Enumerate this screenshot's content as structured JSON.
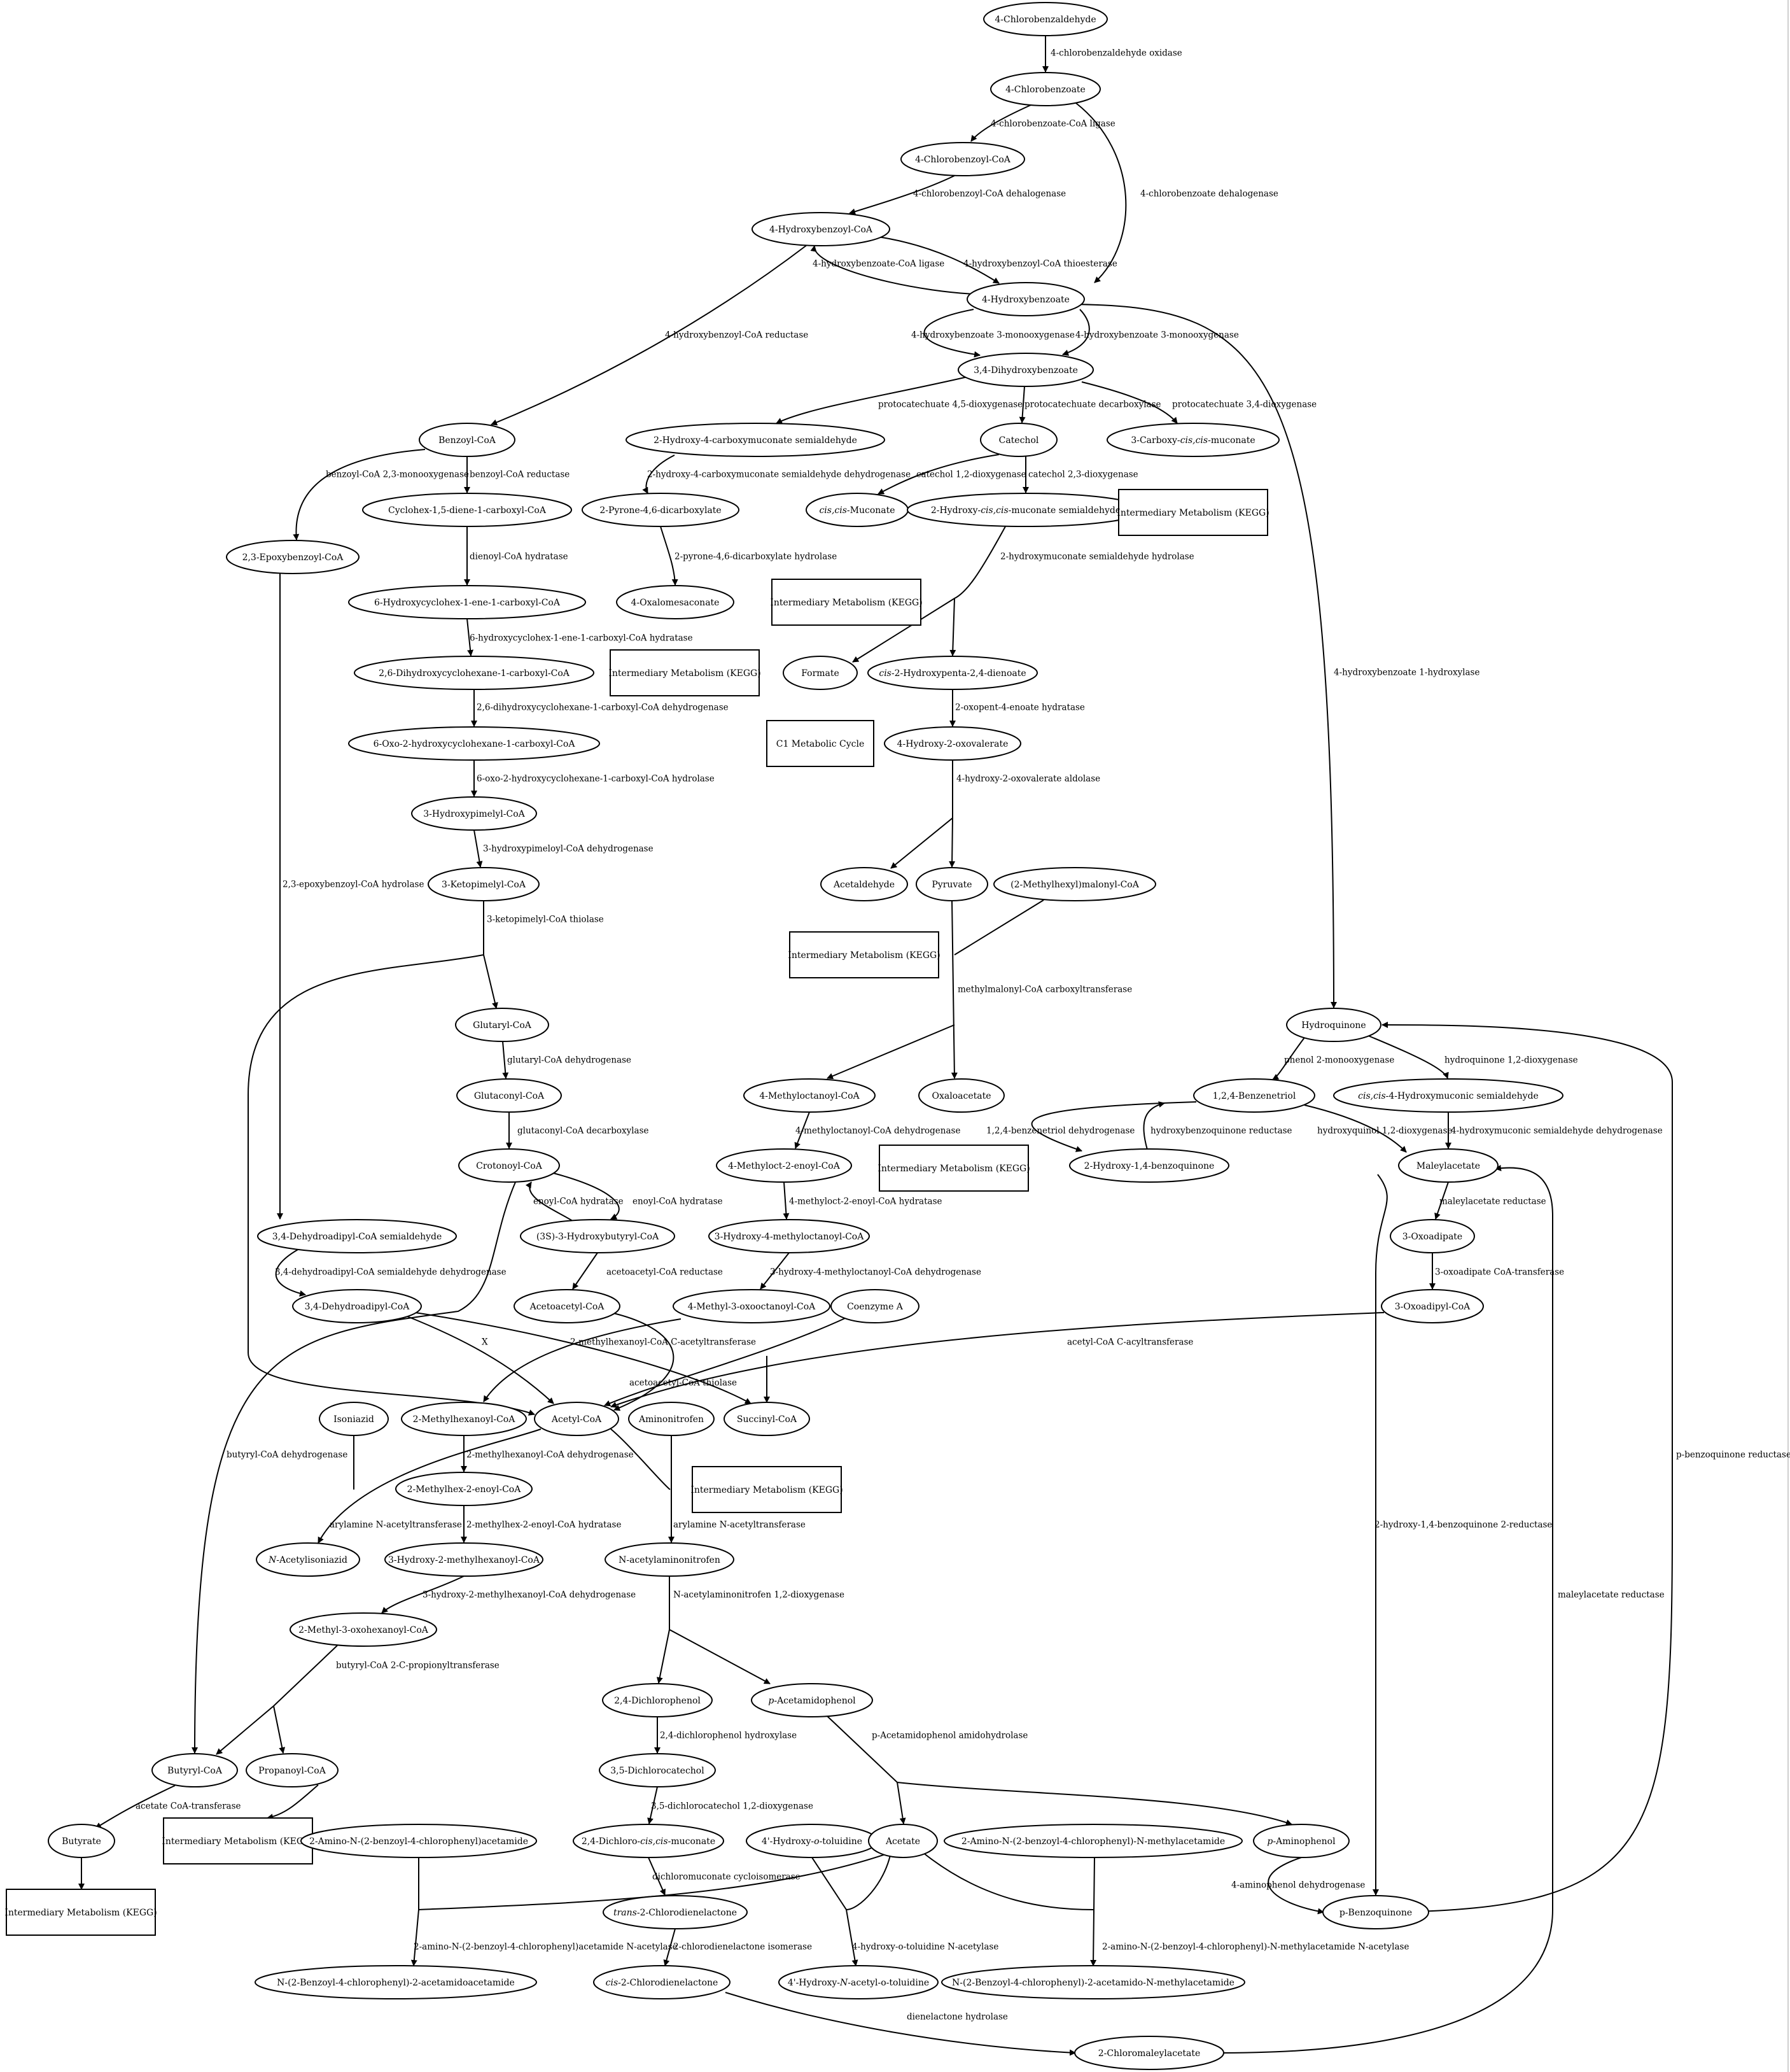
{
  "nodes": [
    {
      "id": "n_4cbzald",
      "label": "4-Chlorobenzaldehyde"
    },
    {
      "id": "n_4cbz",
      "label": "4-Chlorobenzoate"
    },
    {
      "id": "n_4cbzcoa",
      "label": "4-Chlorobenzoyl-CoA"
    },
    {
      "id": "n_4hbzcoa",
      "label": "4-Hydroxybenzoyl-CoA"
    },
    {
      "id": "n_4hbz",
      "label": "4-Hydroxybenzoate"
    },
    {
      "id": "n_34dhb",
      "label": "3,4-Dihydroxybenzoate"
    },
    {
      "id": "n_bzcoa",
      "label": "Benzoyl-CoA"
    },
    {
      "id": "n_2h4cms",
      "label": "2-Hydroxy-4-carboxymuconate semialdehyde"
    },
    {
      "id": "n_catechol",
      "label": "Catechol"
    },
    {
      "id": "n_3ccm",
      "label": "3-Carboxy-cis,cis-muconate"
    },
    {
      "id": "n_chdcoa",
      "label": "Cyclohex-1,5-diene-1-carboxyl-CoA"
    },
    {
      "id": "n_2pyr",
      "label": "2-Pyrone-4,6-dicarboxylate"
    },
    {
      "id": "n_ccm",
      "label": "cis,cis-Muconate"
    },
    {
      "id": "n_2hms",
      "label": "2-Hydroxy-cis,cis-muconate semialdehyde"
    },
    {
      "id": "n_im1",
      "label": "Intermediary Metabolism (KEGG)"
    },
    {
      "id": "n_23ebz",
      "label": "2,3-Epoxybenzoyl-CoA"
    },
    {
      "id": "n_6hch",
      "label": "6-Hydroxycyclohex-1-ene-1-carboxyl-CoA"
    },
    {
      "id": "n_4oxm",
      "label": "4-Oxalomesaconate"
    },
    {
      "id": "n_im2",
      "label": "Intermediary Metabolism (KEGG)"
    },
    {
      "id": "n_26dh",
      "label": "2,6-Dihydroxycyclohexane-1-carboxyl-CoA"
    },
    {
      "id": "n_im3",
      "label": "Intermediary Metabolism (KEGG)"
    },
    {
      "id": "n_formate",
      "label": "Formate"
    },
    {
      "id": "n_c2hpd",
      "label": "cis-2-Hydroxypenta-2,4-dienoate"
    },
    {
      "id": "n_6oxo",
      "label": "6-Oxo-2-hydroxycyclohexane-1-carboxyl-CoA"
    },
    {
      "id": "n_c1",
      "label": "C1 Metabolic Cycle"
    },
    {
      "id": "n_4h2ov",
      "label": "4-Hydroxy-2-oxovalerate"
    },
    {
      "id": "n_3hpc",
      "label": "3-Hydroxypimelyl-CoA"
    },
    {
      "id": "n_3kpc",
      "label": "3-Ketopimelyl-CoA"
    },
    {
      "id": "n_acald",
      "label": "Acetaldehyde"
    },
    {
      "id": "n_pyr",
      "label": "Pyruvate"
    },
    {
      "id": "n_2mhm",
      "label": "(2-Methylhexyl)malonyl-CoA"
    },
    {
      "id": "n_im4",
      "label": "Intermediary Metabolism (KEGG)"
    },
    {
      "id": "n_glutcoa",
      "label": "Glutaryl-CoA"
    },
    {
      "id": "n_hq",
      "label": "Hydroquinone"
    },
    {
      "id": "n_glucoa",
      "label": "Glutaconyl-CoA"
    },
    {
      "id": "n_4moc",
      "label": "4-Methyloctanoyl-CoA"
    },
    {
      "id": "n_oxal",
      "label": "Oxaloacetate"
    },
    {
      "id": "n_124bt",
      "label": "1,2,4-Benzenetriol"
    },
    {
      "id": "n_cc4hms",
      "label": "cis,cis-4-Hydroxymuconic semialdehyde"
    },
    {
      "id": "n_crot",
      "label": "Crotonoyl-CoA"
    },
    {
      "id": "n_4mo2e",
      "label": "4-Methyloct-2-enoyl-CoA"
    },
    {
      "id": "n_im5",
      "label": "Intermediary Metabolism (KEGG)"
    },
    {
      "id": "n_2h14bq",
      "label": "2-Hydroxy-1,4-benzoquinone"
    },
    {
      "id": "n_mal",
      "label": "Maleylacetate"
    },
    {
      "id": "n_34dhas",
      "label": "3,4-Dehydroadipyl-CoA semialdehyde"
    },
    {
      "id": "n_3s3hb",
      "label": "(3S)-3-Hydroxybutyryl-CoA"
    },
    {
      "id": "n_3h4moc",
      "label": "3-Hydroxy-4-methyloctanoyl-CoA"
    },
    {
      "id": "n_3oxad",
      "label": "3-Oxoadipate"
    },
    {
      "id": "n_34dha",
      "label": "3,4-Dehydroadipyl-CoA"
    },
    {
      "id": "n_acacoa",
      "label": "Acetoacetyl-CoA"
    },
    {
      "id": "n_4m3oo",
      "label": "4-Methyl-3-oxooctanoyl-CoA"
    },
    {
      "id": "n_coa",
      "label": "Coenzyme A"
    },
    {
      "id": "n_3oxadcoa",
      "label": "3-Oxoadipyl-CoA"
    },
    {
      "id": "n_isoniazid",
      "label": "Isoniazid"
    },
    {
      "id": "n_2mhc",
      "label": "2-Methylhexanoyl-CoA"
    },
    {
      "id": "n_acetylcoa",
      "label": "Acetyl-CoA"
    },
    {
      "id": "n_aminonit",
      "label": "Aminonitrofen"
    },
    {
      "id": "n_succ",
      "label": "Succinyl-CoA"
    },
    {
      "id": "n_2mh2e",
      "label": "2-Methylhex-2-enoyl-CoA"
    },
    {
      "id": "n_im6",
      "label": "Intermediary Metabolism (KEGG)"
    },
    {
      "id": "n_nacetiso",
      "label": "N-Acetylisoniazid"
    },
    {
      "id": "n_3h2mhc",
      "label": "3-Hydroxy-2-methylhexanoyl-CoA"
    },
    {
      "id": "n_nacamino",
      "label": "N-acetylaminonitrofen"
    },
    {
      "id": "n_2m3ohc",
      "label": "2-Methyl-3-oxohexanoyl-CoA"
    },
    {
      "id": "n_24dcp",
      "label": "2,4-Dichlorophenol"
    },
    {
      "id": "n_pacetp",
      "label": "p-Acetamidophenol"
    },
    {
      "id": "n_butcoa",
      "label": "Butyryl-CoA"
    },
    {
      "id": "n_propcoa",
      "label": "Propanoyl-CoA"
    },
    {
      "id": "n_35dcc",
      "label": "3,5-Dichlorocatechol"
    },
    {
      "id": "n_butyrate",
      "label": "Butyrate"
    },
    {
      "id": "n_im7",
      "label": "Intermediary Metabolism (KEGG)"
    },
    {
      "id": "n_2an2b",
      "label": "2-Amino-N-(2-benzoyl-4-chlorophenyl)acetamide"
    },
    {
      "id": "n_24dccm",
      "label": "2,4-Dichloro-cis,cis-muconate"
    },
    {
      "id": "n_4hot",
      "label": "4'-Hydroxy-o-toluidine"
    },
    {
      "id": "n_acetate",
      "label": "Acetate"
    },
    {
      "id": "n_2anbm",
      "label": "2-Amino-N-(2-benzoyl-4-chlorophenyl)-N-methylacetamide"
    },
    {
      "id": "n_paminop",
      "label": "p-Aminophenol"
    },
    {
      "id": "n_im8",
      "label": "Intermediary Metabolism (KEGG)"
    },
    {
      "id": "n_t2cdl",
      "label": "trans-2-Chlorodienelactone"
    },
    {
      "id": "n_pbq",
      "label": "p-Benzoquinone"
    },
    {
      "id": "n_nbzacet",
      "label": "N-(2-Benzoyl-4-chlorophenyl)-2-acetamidoacetamide"
    },
    {
      "id": "n_c2cdl",
      "label": "cis-2-Chlorodienelactone"
    },
    {
      "id": "n_4hnaot",
      "label": "4'-Hydroxy-N-acetyl-o-toluidine"
    },
    {
      "id": "n_nbzmeth",
      "label": "N-(2-Benzoyl-4-chlorophenyl)-2-acetamido-N-methylacetamide"
    },
    {
      "id": "n_2cmal",
      "label": "2-Chloromaleylacetate"
    }
  ],
  "edge_labels": [
    "4-chlorobenzaldehyde oxidase",
    "4-chlorobenzoate-CoA ligase",
    "4-chlorobenzoyl-CoA dehalogenase",
    "4-chlorobenzoate dehalogenase",
    "4-hydroxybenzoate-CoA ligase",
    "4-hydroxybenzoyl-CoA thioesterase",
    "4-hydroxybenzoyl-CoA reductase",
    "4-hydroxybenzoate 3-monooxygenase",
    "4-hydroxybenzoate 3-monooxygenase",
    "4-hydroxybenzoate 1-hydroxylase",
    "protocatechuate 4,5-dioxygenase",
    "protocatechuate decarboxylase",
    "protocatechuate 3,4-dioxygenase",
    "benzoyl-CoA 2,3-monooxygenase",
    "benzoyl-CoA reductase",
    "2-hydroxy-4-carboxymuconate semialdehyde dehydrogenase",
    "catechol 1,2-dioxygenase",
    "catechol 2,3-dioxygenase",
    "dienoyl-CoA hydratase",
    "2-pyrone-4,6-dicarboxylate hydrolase",
    "2-hydroxymuconate semialdehyde hydrolase",
    "6-hydroxycyclohex-1-ene-1-carboxyl-CoA hydratase",
    "2,6-dihydroxycyclohexane-1-carboxyl-CoA dehydrogenase",
    "2-oxopent-4-enoate hydratase",
    "6-oxo-2-hydroxycyclohexane-1-carboxyl-CoA hydrolase",
    "4-hydroxy-2-oxovalerate aldolase",
    "3-hydroxypimeloyl-CoA dehydrogenase",
    "2,3-epoxybenzoyl-CoA hydrolase",
    "3-ketopimelyl-CoA thiolase",
    "methylmalonyl-CoA carboxyltransferase",
    "glutaryl-CoA dehydrogenase",
    "phenol 2-monooxygenase",
    "hydroquinone 1,2-dioxygenase",
    "glutaconyl-CoA decarboxylase",
    "4-methyloctanoyl-CoA dehydrogenase",
    "1,2,4-benzenetriol dehydrogenase",
    "hydroxybenzoquinone reductase",
    "hydroxyquinol 1,2-dioxygenase",
    "4-hydroxymuconic semialdehyde dehydrogenase",
    "enoyl-CoA hydratase",
    "enoyl-CoA hydratase",
    "4-methyloct-2-enoyl-CoA hydratase",
    "maleylacetate reductase",
    "3,4-dehydroadipyl-CoA semialdehyde dehydrogenase",
    "acetoacetyl-CoA reductase",
    "3-hydroxy-4-methyloctanoyl-CoA dehydrogenase",
    "3-oxoadipate CoA-transferase",
    "2-methylhexanoyl-CoA C-acetyltransferase",
    "X",
    "acetyl-CoA C-acyltransferase",
    "acetoacetyl-CoA thiolase",
    "p-benzoquinone reductase",
    "butyryl-CoA dehydrogenase",
    "2-methylhexanoyl-CoA dehydrogenase",
    "arylamine N-acetyltransferase",
    "2-methylhex-2-enoyl-CoA hydratase",
    "arylamine N-acetyltransferase",
    "2-hydroxy-1,4-benzoquinone 2-reductase",
    "3-hydroxy-2-methylhexanoyl-CoA dehydrogenase",
    "N-acetylaminonitrofen 1,2-dioxygenase",
    "maleylacetate reductase",
    "butyryl-CoA 2-C-propionyltransferase",
    "2,4-dichlorophenol hydroxylase",
    "p-Acetamidophenol amidohydrolase",
    "acetate CoA-transferase",
    "3,5-dichlorocatechol 1,2-dioxygenase",
    "dichloromuconate cycloisomerase",
    "4-aminophenol dehydrogenase",
    "2-amino-N-(2-benzoyl-4-chlorophenyl)acetamide N-acetylase",
    "2-chlorodienelactone isomerase",
    "4-hydroxy-o-toluidine N-acetylase",
    "2-amino-N-(2-benzoyl-4-chlorophenyl)-N-methylacetamide N-acetylase",
    "dienelactone hydrolase"
  ]
}
